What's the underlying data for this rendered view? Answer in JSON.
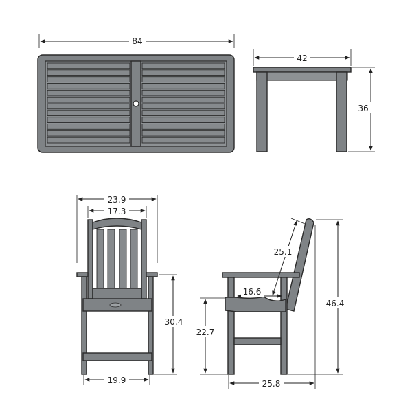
{
  "dimensions": {
    "table_length": "84",
    "table_width": "42",
    "table_height": "36",
    "chair_overall_width": "23.9",
    "chair_back_width": "17.3",
    "chair_seat_width": "19.9",
    "chair_arm_height": "30.4",
    "chair_seat_height": "22.7",
    "chair_back_height": "25.1",
    "chair_seat_depth": "16.6",
    "chair_depth": "25.8",
    "chair_overall_height": "46.4"
  },
  "colors": {
    "wood": "#7f8386",
    "outline": "#2a2a2a",
    "dimension_lines": "#222222"
  }
}
